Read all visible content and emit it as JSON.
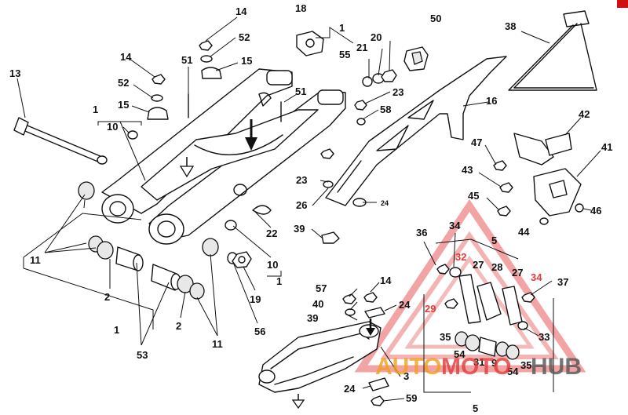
{
  "labels": {
    "l1a": "1",
    "l1b": "1",
    "l1c": "1",
    "l1d": "1",
    "l2a": "2",
    "l2b": "2",
    "l3": "3",
    "l5a": "5",
    "l5b": "5",
    "l9": "9",
    "l10a": "10",
    "l10b": "10",
    "l11a": "11",
    "l11b": "11",
    "l13": "13",
    "l14a": "14",
    "l14b": "14",
    "l14c": "14",
    "l15a": "15",
    "l15b": "15",
    "l16": "16",
    "l18": "18",
    "l19": "19",
    "l20": "20",
    "l21": "21",
    "l22": "22",
    "l23a": "23",
    "l23b": "23",
    "l24a": "24",
    "l24b": "24",
    "l24c": "24",
    "l26": "26",
    "l27a": "27",
    "l27b": "27",
    "l28": "28",
    "l29": "29",
    "l31": "31",
    "l32": "32",
    "l33": "33",
    "l34a": "34",
    "l34b": "34",
    "l35a": "35",
    "l35b": "35",
    "l36": "36",
    "l37": "37",
    "l38": "38",
    "l39a": "39",
    "l39b": "39",
    "l40": "40",
    "l41": "41",
    "l42": "42",
    "l43": "43",
    "l44": "44",
    "l45": "45",
    "l46": "46",
    "l47": "47",
    "l50": "50",
    "l51a": "51",
    "l51b": "51",
    "l52a": "52",
    "l52b": "52",
    "l53": "53",
    "l54a": "54",
    "l54b": "54",
    "l55": "55",
    "l56": "56",
    "l57": "57",
    "l58": "58",
    "l59": "59"
  },
  "watermark": {
    "part1": "AUTO",
    "part2": "MOTO",
    "part3": "HUB",
    "color_red": "#e23a3a",
    "color_orange": "#f0a020",
    "color_gray": "#555555"
  }
}
